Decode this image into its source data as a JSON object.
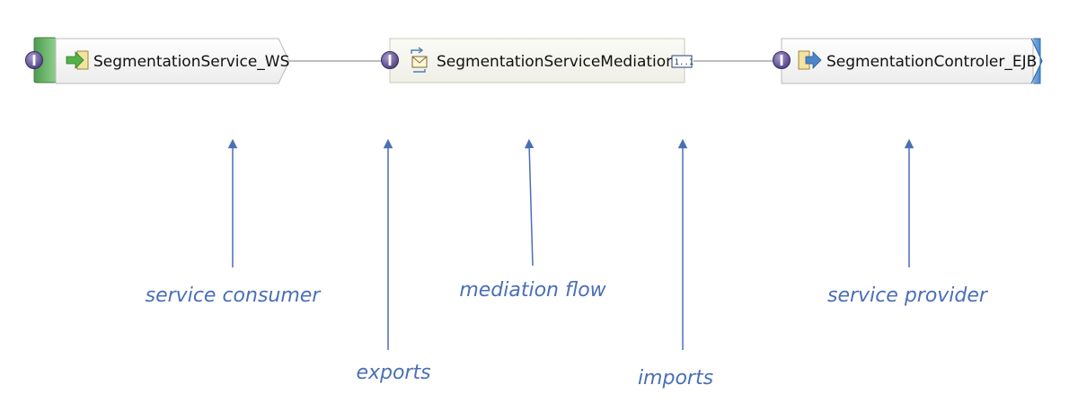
{
  "diagram": {
    "components": {
      "export": {
        "label": "SegmentationService_WS"
      },
      "mediation": {
        "label": "SegmentationServiceMediation",
        "badge": "1..1"
      },
      "import": {
        "label": "SegmentationControler_EJB"
      }
    },
    "annotations": {
      "service_consumer": "service consumer",
      "exports": "exports",
      "mediation_flow": "mediation flow",
      "imports": "imports",
      "service_provider": "service provider"
    },
    "colors": {
      "interface_purple": "#5b4a8a",
      "export_green": "#6fae6f",
      "import_blue": "#4a86c8",
      "annotation_blue": "#4a6fb5",
      "wire_gray": "#a8a8a8"
    }
  }
}
